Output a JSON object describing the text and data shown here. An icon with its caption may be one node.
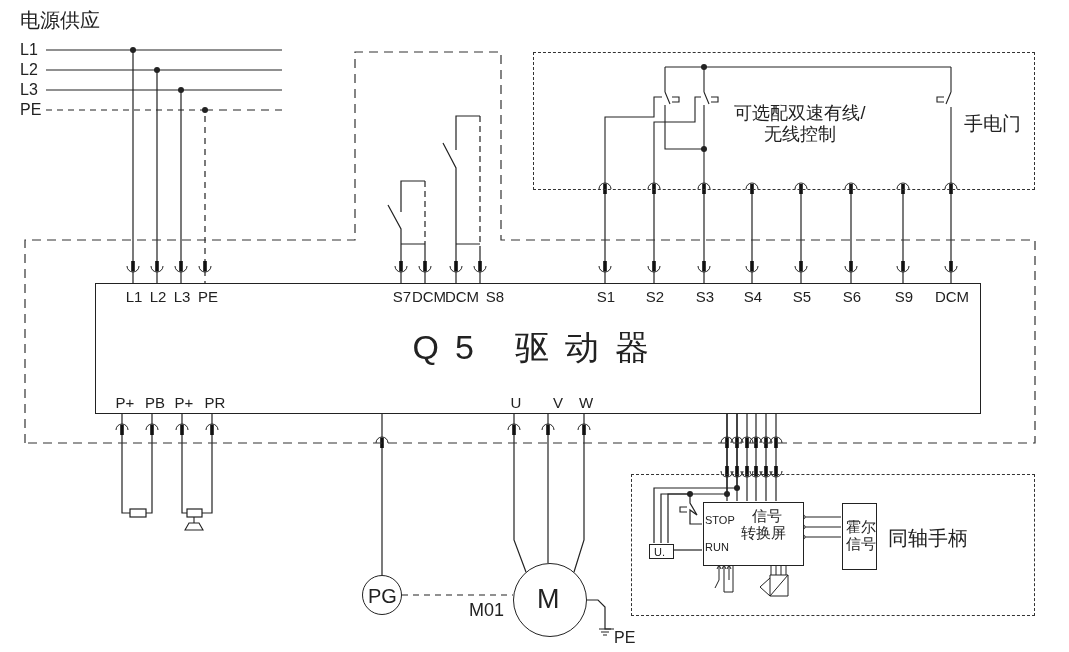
{
  "diagram": {
    "nodes": [
      {
        "text": [
          "L1"
        ]
      },
      {
        "text": [
          "L2"
        ]
      },
      {
        "text": [
          "L3"
        ]
      },
      {
        "text": [
          "PE"
        ]
      },
      {
        "text": [],
        "shape": "box"
      },
      {
        "text": [
          "Q5 驱动器"
        ],
        "in": 4
      },
      {
        "text": [],
        "shape": "switch",
        "in": 4
      },
      {
        "text": [],
        "shape": "switch",
        "in": 4
      },
      {
        "text": [
          "可选配双速有线/无线控制",
          "手电门"
        ]
      },
      {
        "text": [
          "同轴手柄"
        ]
      },
      {
        "text": [
          "STOP",
          "信号转换屏",
          "RUN"
        ],
        "in": 9
      },
      {
        "text": [
          "霍尔信号"
        ],
        "in": 9
      },
      {
        "text": [
          "U."
        ],
        "in": 9
      },
      {
        "text": [
          "PG"
        ]
      },
      {
        "text": [
          "M"
        ],
        "beside": [
          "M01"
        ]
      },
      {
        "text": [
          "PE"
        ]
      },
      {
        "text": [],
        "shape": "resistor"
      },
      {
        "text": [],
        "shape": "resistor"
      }
    ],
    "edges": [
      {
        "from": 0,
        "to": 5,
        "arrow": "none"
      },
      {
        "from": 1,
        "to": 5,
        "arrow": "none"
      },
      {
        "from": 2,
        "to": 5,
        "arrow": "none"
      },
      {
        "from": 3,
        "to": 5,
        "arrow": "none",
        "style": "dashed"
      },
      {
        "from": 6,
        "to": 5,
        "arrow": "none"
      },
      {
        "from": 6,
        "to": 5,
        "arrow": "none"
      },
      {
        "from": 7,
        "to": 5,
        "arrow": "none"
      },
      {
        "from": 7,
        "to": 5,
        "arrow": "none"
      },
      {
        "from": 8,
        "to": 5,
        "arrow": "none"
      },
      {
        "from": 8,
        "to": 5,
        "arrow": "none"
      },
      {
        "from": 8,
        "to": 5,
        "arrow": "none"
      },
      {
        "from": 8,
        "to": 5,
        "arrow": "none"
      },
      {
        "from": 8,
        "to": 5,
        "arrow": "none"
      },
      {
        "from": 8,
        "to": 5,
        "arrow": "none"
      },
      {
        "from": 8,
        "to": 5,
        "arrow": "none"
      },
      {
        "from": 8,
        "to": 5,
        "arrow": "none"
      },
      {
        "from": 5,
        "to": 16,
        "arrow": "none"
      },
      {
        "from": 5,
        "to": 16,
        "arrow": "none"
      },
      {
        "from": 5,
        "to": 17,
        "arrow": "none"
      },
      {
        "from": 5,
        "to": 17,
        "arrow": "none"
      },
      {
        "from": 5,
        "to": 13,
        "arrow": "none"
      },
      {
        "from": 13,
        "to": 14,
        "arrow": "none",
        "style": "dashed"
      },
      {
        "from": 5,
        "to": 14,
        "arrow": "none"
      },
      {
        "from": 5,
        "to": 14,
        "arrow": "none"
      },
      {
        "from": 5,
        "to": 14,
        "arrow": "none"
      },
      {
        "from": 14,
        "to": 15,
        "arrow": "none"
      },
      {
        "from": 10,
        "to": 5,
        "arrow": "none"
      },
      {
        "from": 10,
        "to": 5,
        "arrow": "none"
      },
      {
        "from": 10,
        "to": 5,
        "arrow": "none"
      },
      {
        "from": 10,
        "to": 5,
        "arrow": "none"
      },
      {
        "from": 10,
        "to": 5,
        "arrow": "none"
      },
      {
        "from": 10,
        "to": 5,
        "arrow": "none"
      },
      {
        "from": 11,
        "to": 10,
        "arrow": "other"
      },
      {
        "from": 11,
        "to": 10,
        "arrow": "other"
      },
      {
        "from": 11,
        "to": 10,
        "arrow": "other"
      },
      {
        "from": 12,
        "to": 10,
        "arrow": "none"
      },
      {
        "from": 12,
        "to": 5,
        "arrow": "none"
      },
      {
        "from": 12,
        "to": 5,
        "arrow": "none"
      },
      {
        "from": 12,
        "to": 10,
        "arrow": "none"
      }
    ],
    "labels": [
      "电源供应",
      "L1",
      "L2",
      "L3",
      "PE",
      "S7",
      "DCM",
      "DCM",
      "S8",
      "S1",
      "S2",
      "S3",
      "S4",
      "S5",
      "S6",
      "S9",
      "DCM",
      "P+",
      "PB",
      "P+",
      "PR",
      "U",
      "V",
      "W"
    ]
  }
}
